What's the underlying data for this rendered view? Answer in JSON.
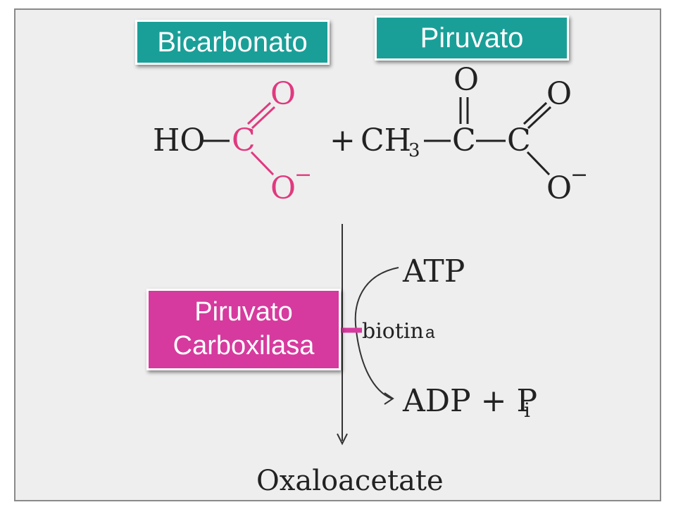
{
  "labels": {
    "bicarbonate": "Bicarbonato",
    "pyruvate": "Piruvato",
    "enzyme_line1": "Piruvato",
    "enzyme_line2": "Carboxilasa"
  },
  "reaction": {
    "ho": "HO",
    "c_bicarb": "C",
    "o_top_bicarb": "O",
    "o_bottom_bicarb": "O",
    "minus": "−",
    "plus": "+",
    "ch": "CH",
    "sub3": "3",
    "c1": "C",
    "c2": "C",
    "o_ketone": "O",
    "o_carboxyl_top": "O",
    "o_carboxyl_bottom": "O",
    "atp": "ATP",
    "biotin": "biotin",
    "biotin_suffix": "a",
    "adp_pi": "ADP + P",
    "pi_sub": "i",
    "product": "Oxaloacetate"
  },
  "colors": {
    "teal": "#1a9f98",
    "magenta": "#d63a9e",
    "bicarbonate_atoms": "#e0397f"
  }
}
